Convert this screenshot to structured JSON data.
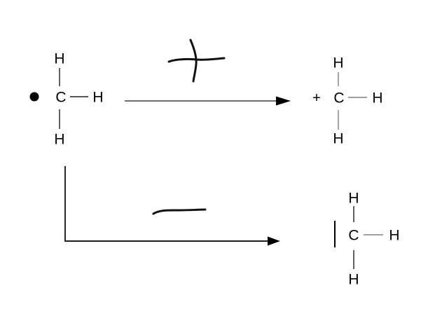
{
  "canvas": {
    "background": "#ffffff"
  },
  "colors": {
    "ink": "#000000",
    "bond_dark": "#1f1f1f",
    "bond_gray": "#808080",
    "arrow_shaft": "#3f3f3f",
    "arrow_head": "#000000",
    "handwritten": "#111111"
  },
  "icons": {
    "radical_dot": "filled-circle",
    "plus_annotation": "handwritten-plus",
    "minus_annotation": "handwritten-minus",
    "lone_pair": "vertical-bar",
    "arrowhead": "filled-triangle"
  },
  "molecules": {
    "methyl_radical": {
      "central_atom": "C",
      "h_top": "H",
      "h_right": "H",
      "h_bottom": "H"
    },
    "methyl_cation": {
      "charge_sign": "+",
      "central_atom": "C",
      "h_top": "H",
      "h_right": "H",
      "h_bottom": "H"
    },
    "methyl_anion": {
      "central_atom": "C",
      "h_top": "H",
      "h_right": "H",
      "h_bottom": "H"
    }
  }
}
